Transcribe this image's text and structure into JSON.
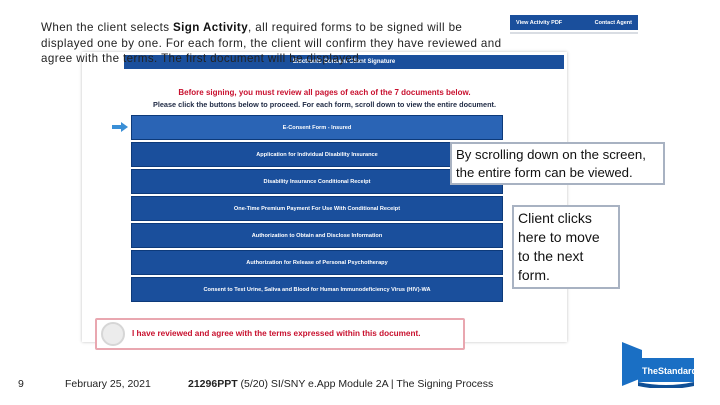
{
  "intro": {
    "part1": "When the client selects ",
    "bold": "Sign Activity",
    "part2": ", all required forms to be signed will be displayed one by one. For each form, the client will confirm they have reviewed and agree with the terms. The first document will be displayed."
  },
  "top_buttons": {
    "view_pdf": "View Activity PDF",
    "contact_agent": "Contact Agent"
  },
  "panel": {
    "header": "Electronic Consent Client Signature",
    "warning": "Before signing, you must review all pages of each of the 7 documents below.",
    "instruction": "Please click the buttons below to proceed. For each form, scroll down to view the entire document.",
    "documents": [
      {
        "label": "E-Consent Form - Insured"
      },
      {
        "label": "Application for Individual Disability Insurance"
      },
      {
        "label": "Disability Insurance Conditional Receipt"
      },
      {
        "label": "One-Time Premium Payment For Use With Conditional Receipt"
      },
      {
        "label": "Authorization to Obtain and Disclose Information"
      },
      {
        "label": "Authorization for Release of Personal Psychotherapy"
      },
      {
        "label": "Consent to Test Urine, Saliva and Blood for Human Immunodeficiency Virus (HIV)-WA"
      }
    ],
    "agree": "I have reviewed and agree with the terms expressed within this document."
  },
  "callouts": {
    "scroll": "By scrolling down on the screen, the entire form can be viewed.",
    "click": "Client clicks here to move to the next form."
  },
  "footer": {
    "page_number": "9",
    "date": "February 25, 2021",
    "code_bold": "21296PPT",
    "code_rest": " (5/20) SI/SNY e.App Module 2A | The Signing Process"
  },
  "logo": {
    "text": "TheStandard"
  },
  "colors": {
    "brand_blue": "#1a4f9c",
    "alert_red": "#c8102e"
  }
}
